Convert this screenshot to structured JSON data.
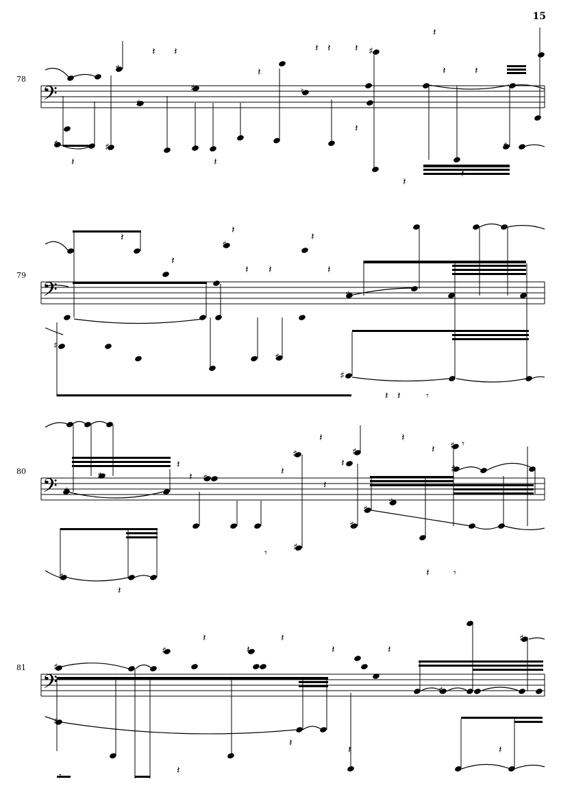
{
  "page": {
    "number": "15"
  },
  "clef": {
    "glyph": "𝄢"
  },
  "systems": [
    {
      "measure": "78"
    },
    {
      "measure": "79"
    },
    {
      "measure": "80"
    },
    {
      "measure": "81"
    }
  ],
  "symbols": {
    "sharp": "♯",
    "natural": "♮",
    "rest": "𝄽",
    "eighth_rest": "𝄾"
  },
  "colors": {
    "ink": "#000000",
    "paper": "#ffffff"
  }
}
